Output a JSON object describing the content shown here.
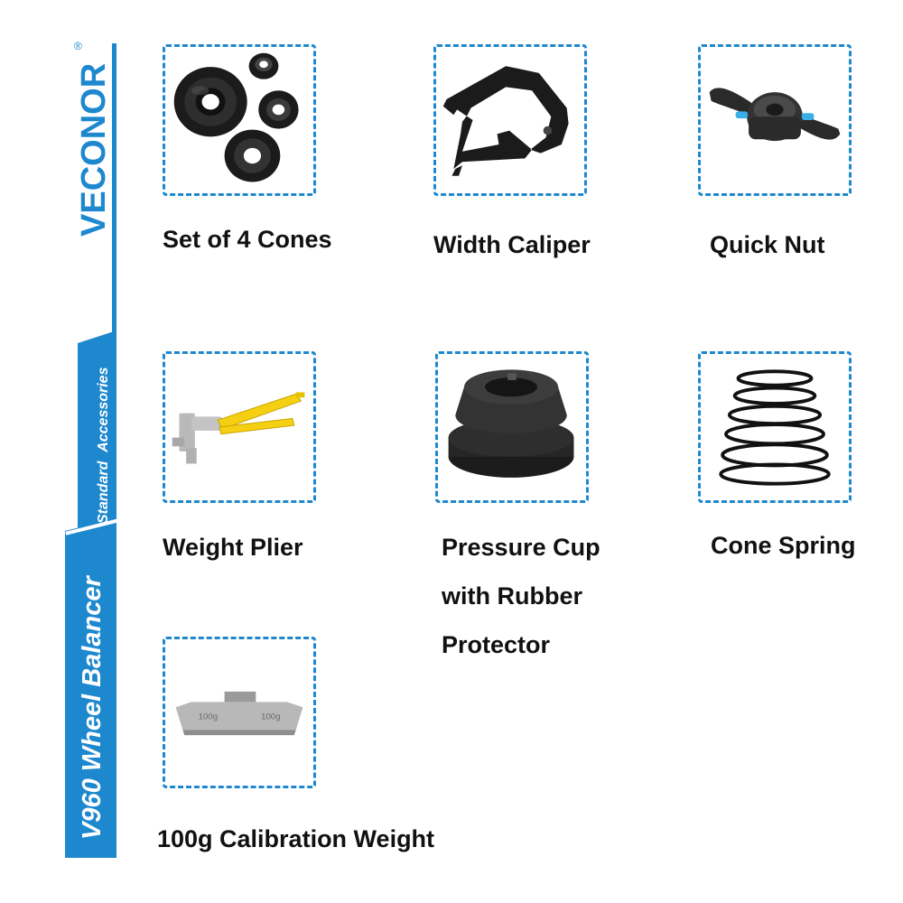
{
  "brand": {
    "name": "VECONOR",
    "registered_mark": "®",
    "category": "Standard  Accessories",
    "product": "V960 Wheel Balancer",
    "accent_color": "#1e88cf"
  },
  "items": [
    {
      "label": "Set of 4 Cones",
      "icon": "cones-icon"
    },
    {
      "label": "Width Caliper",
      "icon": "caliper-icon"
    },
    {
      "label": "Quick Nut",
      "icon": "quick-nut-icon"
    },
    {
      "label": "Weight Plier",
      "icon": "plier-icon"
    },
    {
      "label_lines": [
        "Pressure Cup",
        "with Rubber",
        "Protector"
      ],
      "icon": "pressure-cup-icon"
    },
    {
      "label": "Cone Spring",
      "icon": "spring-icon"
    },
    {
      "label": "100g Calibration Weight",
      "icon": "calibration-weight-icon",
      "engravings": [
        "100g",
        "100g"
      ]
    }
  ]
}
